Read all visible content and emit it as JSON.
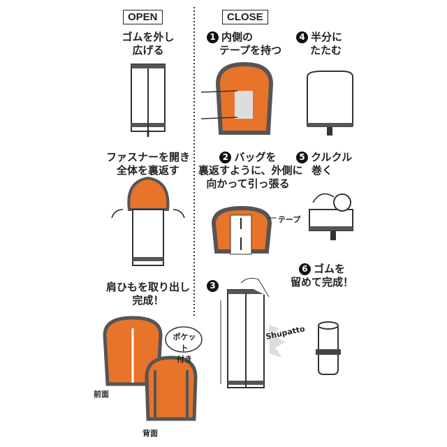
{
  "open": {
    "label": "OPEN",
    "steps": [
      {
        "text1": "ゴムを外し",
        "text2": "広げる"
      },
      {
        "text1": "ファスナーを開き",
        "text2": "全体を裏返す"
      },
      {
        "text1": "肩ひもを取り出し",
        "text2": "完成！"
      }
    ],
    "pocket_label1": "ポケット",
    "pocket_label2": "付き",
    "front_label": "前面",
    "back_label": "背面"
  },
  "close": {
    "label": "CLOSE",
    "steps": [
      {
        "num": "1",
        "text1": "内側の",
        "text2": "テープを持つ"
      },
      {
        "num": "2",
        "text1": "バッグを",
        "text2": "裏返すように、外側に",
        "text3": "向かって引っ張る"
      },
      {
        "num": "3"
      },
      {
        "num": "4",
        "text1": "半分に",
        "text2": "たたむ"
      },
      {
        "num": "5",
        "text1": "クルクル",
        "text2": "巻く"
      },
      {
        "num": "6",
        "text1": "ゴムを",
        "text2": "留めて完成！"
      }
    ],
    "tape_label": "テープ",
    "sound_label": "Shupatto"
  },
  "colors": {
    "orange": "#e8732a",
    "gray": "#555555"
  }
}
